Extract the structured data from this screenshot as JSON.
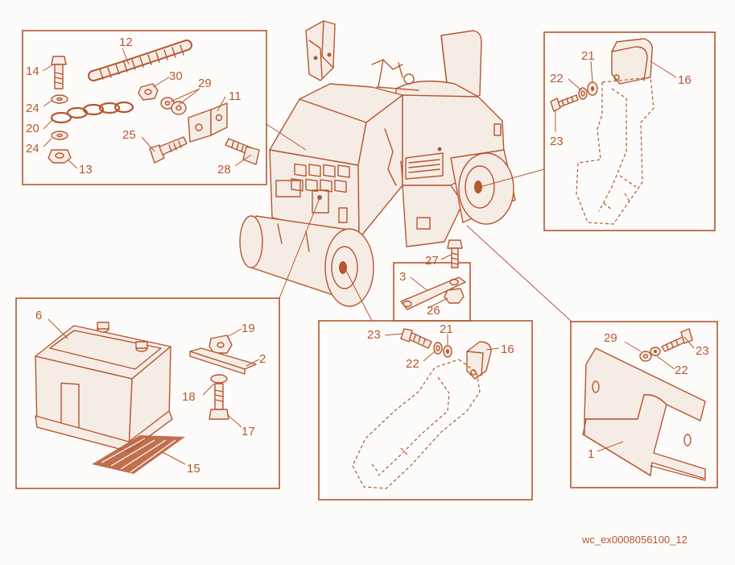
{
  "colors": {
    "line": "#b5572f",
    "background": "#fdfcfb",
    "fill": "#f6ece6"
  },
  "reference": "wc_ex0008056100_12",
  "callouts": {
    "p1": "1",
    "p2": "2",
    "p3": "3",
    "p6": "6",
    "p11": "11",
    "p12": "12",
    "p13": "13",
    "p14": "14",
    "p15": "15",
    "p16a": "16",
    "p16b": "16",
    "p17": "17",
    "p18": "18",
    "p19": "19",
    "p20": "20",
    "p21a": "21",
    "p21b": "21",
    "p22a": "22",
    "p22b": "22",
    "p22c": "22",
    "p23a": "23",
    "p23b": "23",
    "p23c": "23",
    "p24a": "24",
    "p24b": "24",
    "p25": "25",
    "p26": "26",
    "p27": "27",
    "p28": "28",
    "p29a": "29",
    "p29b": "29",
    "p30": "30"
  }
}
